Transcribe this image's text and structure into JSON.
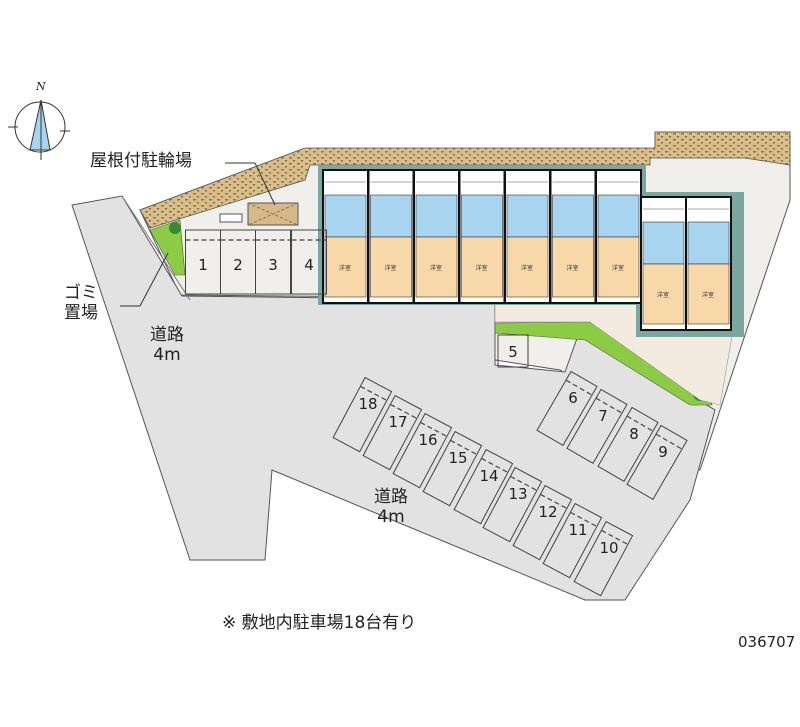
{
  "compass": {
    "label": "N"
  },
  "labels": {
    "bicycle_parking": "屋根付駐輪場",
    "garbage_line1": "ゴミ",
    "garbage_line2": "置場",
    "road_left_name": "道路",
    "road_left_width": "4m",
    "road_bottom_name": "道路",
    "road_bottom_width": "4m"
  },
  "building": {
    "room_label": "洋室",
    "units_upper": 7,
    "units_lower": 2
  },
  "parking": {
    "spots": [
      "1",
      "2",
      "3",
      "4",
      "5",
      "6",
      "7",
      "8",
      "9",
      "10",
      "11",
      "12",
      "13",
      "14",
      "15",
      "16",
      "17",
      "18"
    ]
  },
  "note": "※ 敷地内駐車場18台有り",
  "property_code": "036707",
  "colors": {
    "road": "#e0e0e0",
    "lot": "#ececec",
    "brick": "#c8a878",
    "water": "#a8d4f0",
    "room": "#f8d8a8",
    "green": "#8ccc44",
    "teal": "#7aa8a0"
  }
}
